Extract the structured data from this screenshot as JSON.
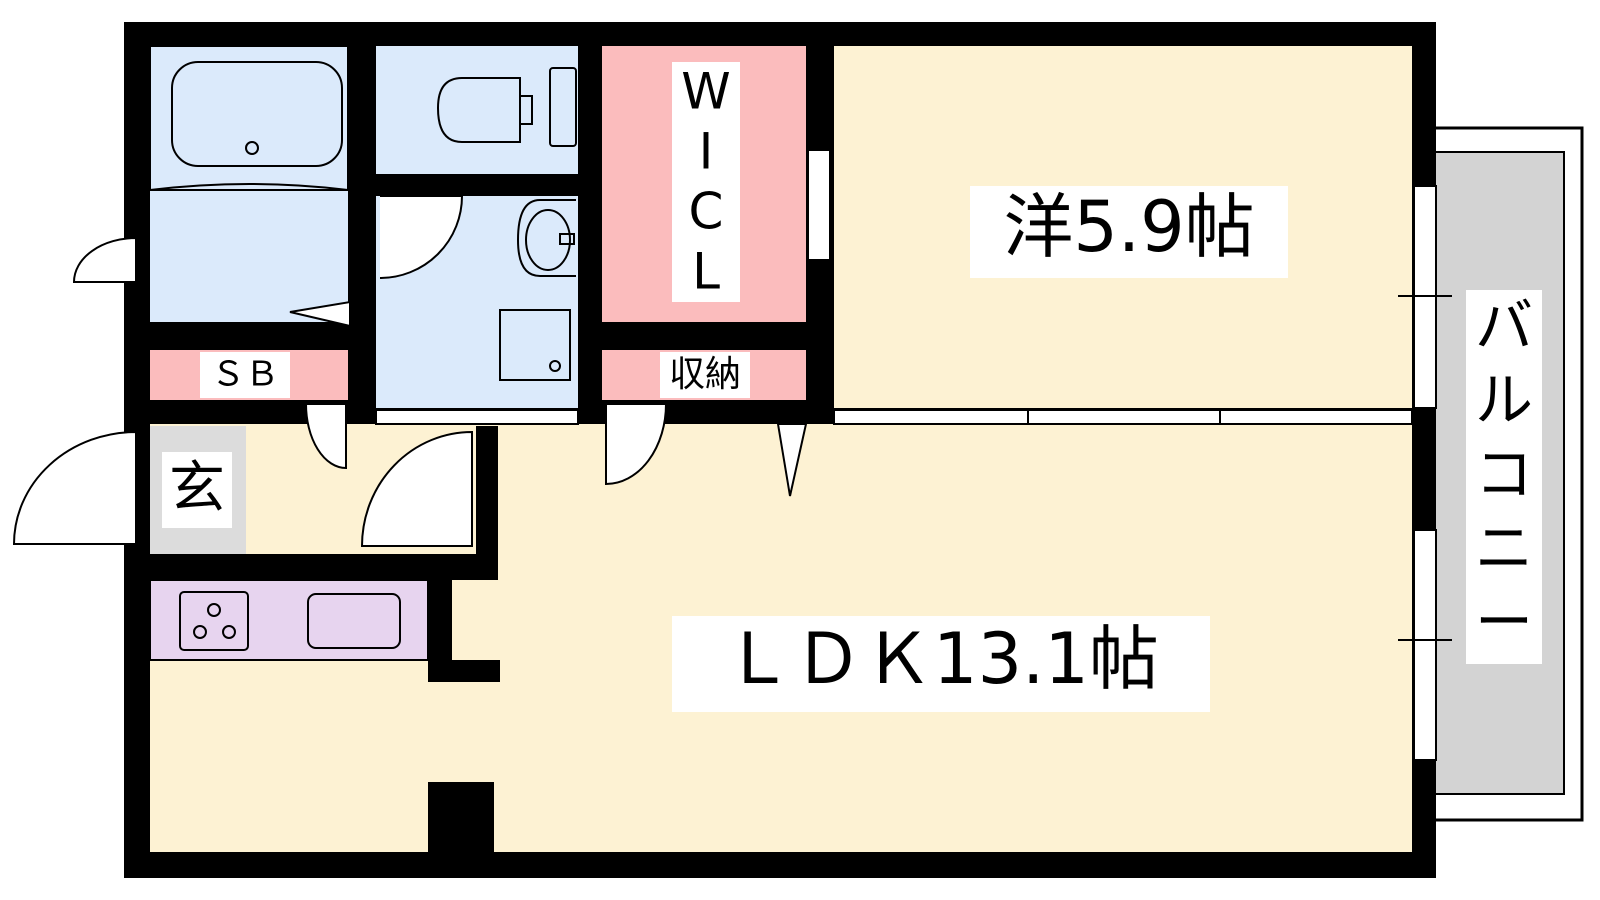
{
  "colors": {
    "wall": "#000000",
    "living_floor": "#fdf2d3",
    "bath_area": "#dbeafb",
    "storage": "#fbbcbd",
    "kitchen": "#e7d4ef",
    "entrance": "#dcdcdc",
    "balcony": "#d3d3d3",
    "label_bg": "#ffffff"
  },
  "rooms": {
    "western_room": {
      "label": "洋5.9帖"
    },
    "ldk": {
      "label": "ＬＤＫ13.1帖"
    },
    "walk_in_closet": {
      "label_letters": [
        "W",
        "I",
        "C",
        "L"
      ]
    },
    "shoe_box": {
      "label": "ＳＢ"
    },
    "storage": {
      "label": "収納"
    },
    "entrance": {
      "label": "玄"
    },
    "balcony": {
      "label_chars": [
        "バ",
        "ル",
        "コ",
        "ニ",
        "ー"
      ]
    }
  },
  "fixtures": {
    "bathtub": "bathtub-icon",
    "toilet": "toilet-icon",
    "washbasin": "washbasin-icon",
    "washing_machine_pan": "washer-pan-icon",
    "stove": "stove-icon",
    "sink": "sink-icon"
  }
}
